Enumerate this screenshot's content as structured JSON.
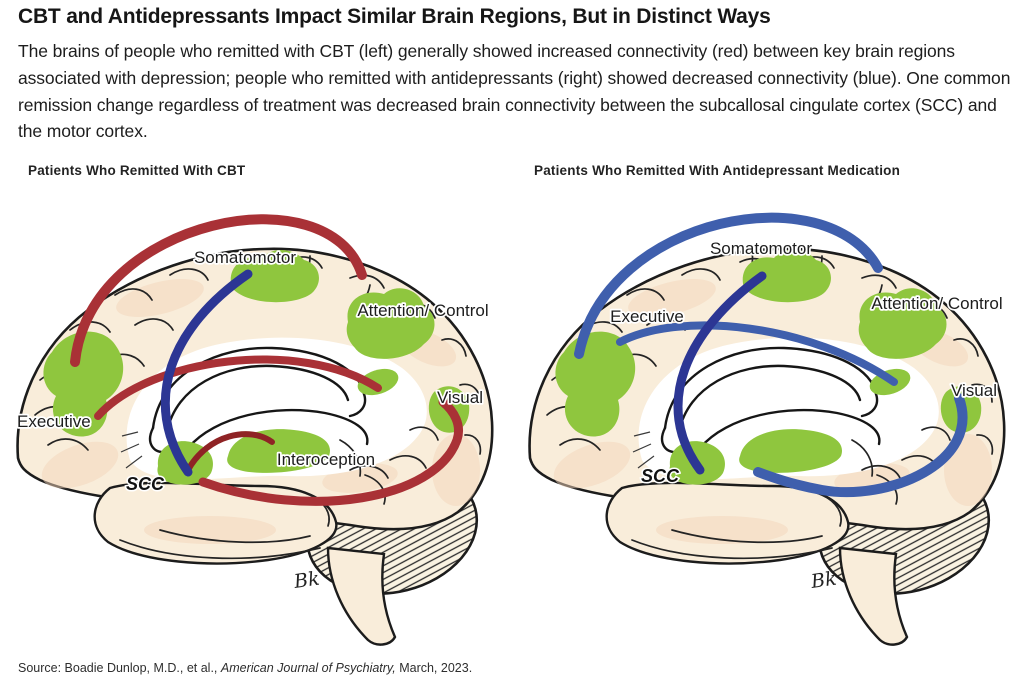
{
  "header": {
    "title": "CBT and Antidepressants Impact Similar Brain Regions, But in Distinct Ways",
    "description": "The brains of people who remitted with CBT (left) generally showed increased connectivity (red) between key brain regions associated with depression; people who remitted with antidepressants (right) showed decreased connectivity (blue). One common remission change regardless of treatment was decreased brain connectivity between the subcallosal cingulate cortex (SCC) and the motor cortex."
  },
  "colors": {
    "increased_connectivity_red": "#a93136",
    "decreased_connectivity_navy": "#2c3694",
    "decreased_connectivity_royal": "#3f5fad",
    "brain_region_green": "#8fc63e",
    "cortex_cream": "#f9edda"
  },
  "diagrams": [
    {
      "title": "Patients Who Remitted With CBT",
      "signature": "Bk",
      "labels": {
        "somatomotor": "Somatomotor",
        "attention": "Attention/ Control",
        "executive": "Executive",
        "visual": "Visual",
        "interoception": "Interoception",
        "scc": "SCC"
      },
      "connections": [
        {
          "from": "Executive",
          "to": "Attention/ Control",
          "change": "increased",
          "color": "#a93136"
        },
        {
          "from": "Executive",
          "to": "posterior midline region",
          "change": "increased",
          "color": "#a93136"
        },
        {
          "from": "SCC",
          "to": "Visual",
          "change": "increased",
          "color": "#a93136"
        },
        {
          "from": "SCC",
          "to": "Interoception",
          "change": "increased",
          "color": "#a93136"
        },
        {
          "from": "Somatomotor",
          "to": "SCC",
          "change": "decreased",
          "color": "#2c3694"
        }
      ]
    },
    {
      "title": "Patients Who Remitted With Antidepressant Medication",
      "signature": "Bk",
      "labels": {
        "somatomotor": "Somatomotor",
        "attention": "Attention/ Control",
        "executive": "Executive",
        "visual": "Visual",
        "scc": "SCC"
      },
      "connections": [
        {
          "from": "Executive",
          "to": "Attention/ Control",
          "change": "decreased",
          "color": "#3f5fad"
        },
        {
          "from": "Somatomotor",
          "to": "SCC",
          "change": "decreased",
          "color": "#2c3694"
        },
        {
          "from": "Executive",
          "to": "posterior midline region",
          "change": "decreased",
          "color": "#3f5fad"
        },
        {
          "from": "Visual",
          "to": "SCC",
          "change": "decreased",
          "color": "#3f5fad"
        }
      ]
    }
  ],
  "source": {
    "prefix": "Source: Boadie Dunlop, M.D., et al., ",
    "journal": "American Journal of Psychiatry,",
    "suffix": " March, 2023."
  }
}
